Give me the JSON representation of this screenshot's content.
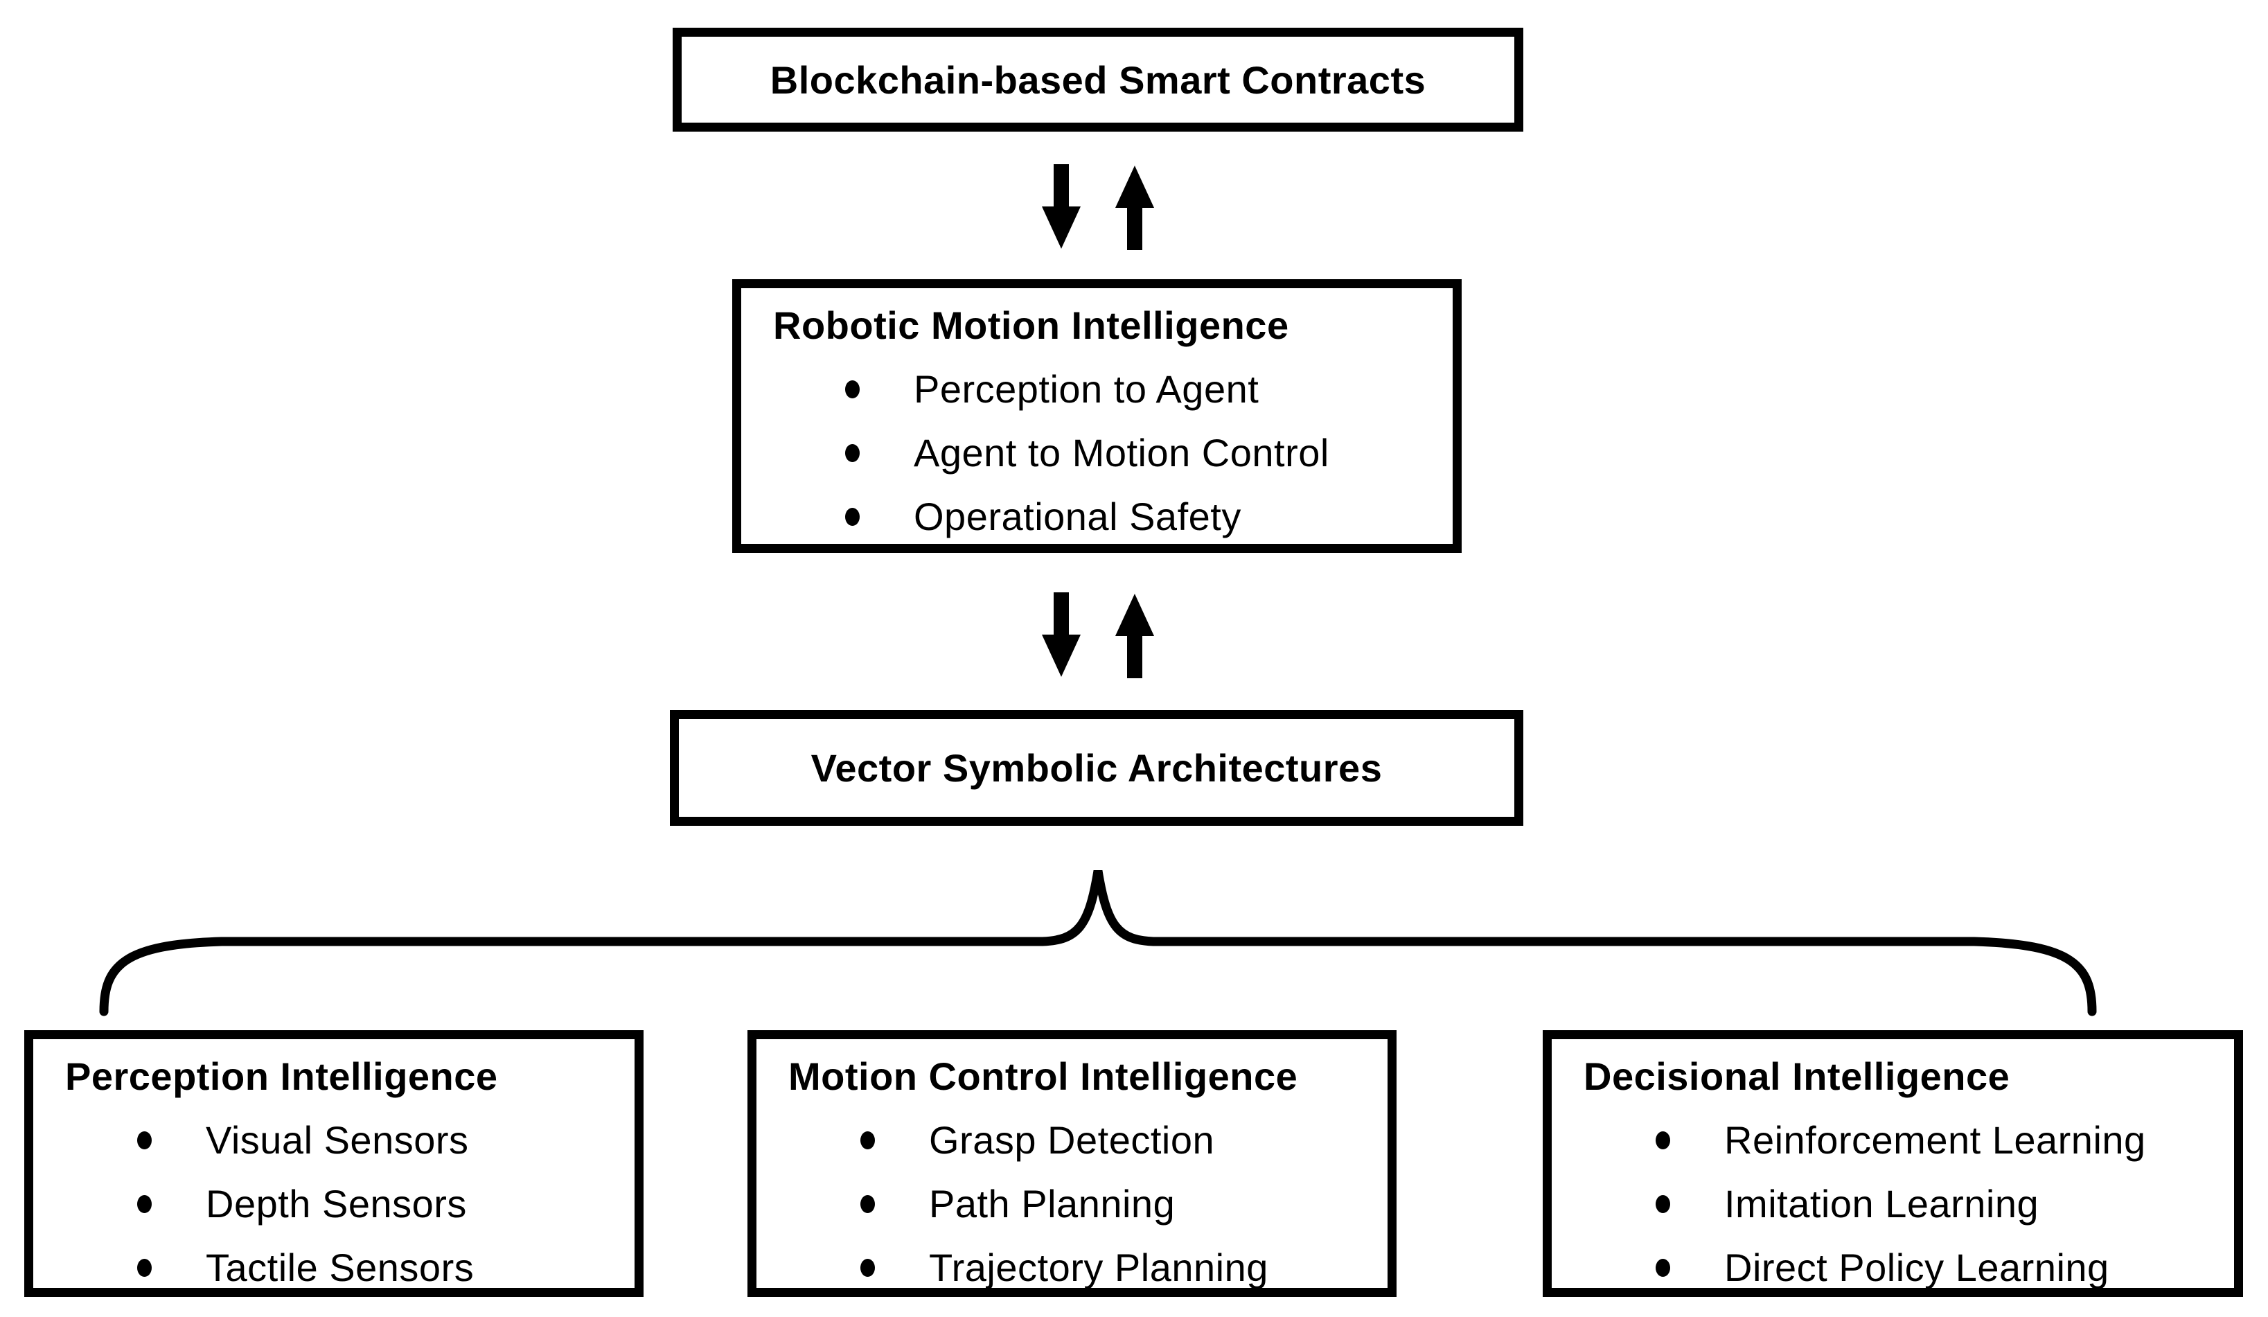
{
  "diagram": {
    "colors": {
      "foreground": "#000000",
      "background": "#ffffff"
    },
    "top_box": {
      "title": "Blockchain-based Smart Contracts"
    },
    "middle_box": {
      "title": "Robotic Motion Intelligence",
      "items": [
        "Perception to Agent",
        "Agent to Motion Control",
        "Operational Safety"
      ]
    },
    "vsa_box": {
      "title": "Vector Symbolic Architectures"
    },
    "bottom_boxes": [
      {
        "title": "Perception Intelligence",
        "items": [
          "Visual Sensors",
          "Depth Sensors",
          "Tactile Sensors"
        ]
      },
      {
        "title": "Motion Control Intelligence",
        "items": [
          "Grasp Detection",
          "Path Planning",
          "Trajectory Planning"
        ]
      },
      {
        "title": "Decisional Intelligence",
        "items": [
          "Reinforcement Learning",
          "Imitation Learning",
          "Direct Policy Learning"
        ]
      }
    ],
    "icons": {
      "between_top_and_middle": [
        "down-arrow",
        "up-arrow"
      ],
      "between_middle_and_vsa": [
        "down-arrow",
        "up-arrow"
      ],
      "fanout": "curly-brace"
    }
  }
}
